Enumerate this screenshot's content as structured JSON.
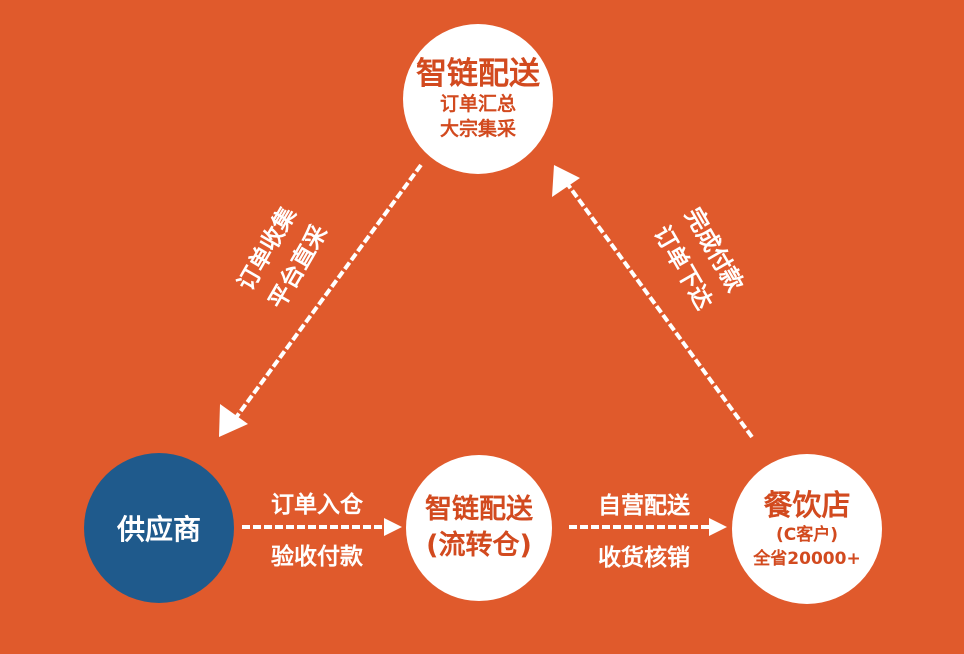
{
  "nodes": {
    "top": {
      "line1": "智链配送",
      "line2": "订单汇总",
      "line3": "大宗集采"
    },
    "supplier": {
      "line1": "供应商"
    },
    "center": {
      "line1": "智链配送",
      "line2": "(流转仓)"
    },
    "restaurant": {
      "line1": "餐饮店",
      "line2": "(C客户)",
      "line3": "全省20000+"
    }
  },
  "edges": {
    "left": {
      "line1": "订单收集",
      "line2": "平台直采"
    },
    "right": {
      "line1": "完成付款",
      "line2": "订单下达"
    },
    "bottom_left": {
      "line1": "订单入仓",
      "line2": "验收付款"
    },
    "bottom_right": {
      "line1": "自营配送",
      "line2": "收货核销"
    }
  },
  "colors": {
    "background": "#e05a2c",
    "node_white": "#ffffff",
    "node_blue": "#1f5a8c",
    "node_text": "#d24a1f",
    "arrow": "#ffffff"
  }
}
